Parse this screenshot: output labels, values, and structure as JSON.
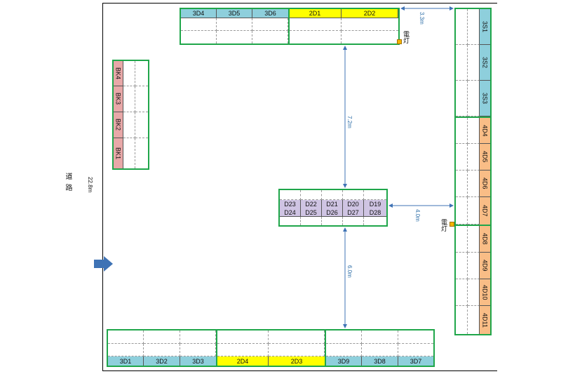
{
  "top_row_a": [
    "3D4",
    "3D5",
    "3D6"
  ],
  "top_row_b": [
    "2D1",
    "2D2"
  ],
  "right_ss": [
    "3S1",
    "3S2",
    "3S3"
  ],
  "right_4d": [
    "4D4",
    "4D5",
    "4D6",
    "4D7",
    "4D8",
    "4D9",
    "4D10",
    "4D11"
  ],
  "left_bk": [
    "BK4",
    "BK3",
    "BK2",
    "BK1"
  ],
  "center_top": [
    "D23",
    "D22",
    "D21",
    "D20",
    "D19"
  ],
  "center_bottom": [
    "D24",
    "D25",
    "D26",
    "D27",
    "D28"
  ],
  "bottom_left": [
    "3D1",
    "3D2",
    "3D3"
  ],
  "bottom_mid": [
    "2D4",
    "2D3"
  ],
  "bottom_right": [
    "3D9",
    "3D8",
    "3D7"
  ],
  "dimensions": {
    "top_right_gap": "3.3m",
    "vertical_top": "7.2m",
    "center_right_gap": "4.0m",
    "vertical_bottom": "6.0m",
    "road_width": "22.8m"
  },
  "lamp_label": "電灯",
  "road_label": "道路",
  "colors": {
    "teal": "#8ecfdc",
    "yellow": "#ffff00",
    "pink": "#e8a8a8",
    "orange": "#f9bd86",
    "purple": "#cfc4e3",
    "green": "#1fa64a",
    "dim": "#2f6fa8",
    "arrow": "#3f73b5"
  }
}
